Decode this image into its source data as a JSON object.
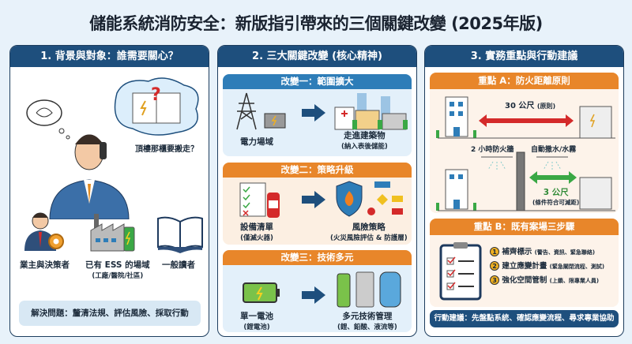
{
  "title": "儲能系統消防安全：新版指引帶來的三個關鍵改變 (2025年版)",
  "panel1": {
    "header": "1. 背景與對象：誰需要關心？",
    "speech": "頂樓那櫃要搬走？",
    "question_mark": "?",
    "audiences": [
      {
        "label": "業主與決策者"
      },
      {
        "label": "已有 ESS 的場域",
        "sub": "(工廠/醫院/社區)"
      },
      {
        "label": "一般讀者"
      }
    ],
    "solution": "解決問題：釐清法規、評估風險、採取行動"
  },
  "panel2": {
    "header": "2. 三大關鍵改變 (核心精神)",
    "changes": [
      {
        "title": "改變一：範圍擴大",
        "from": "電力場域",
        "to": "走進建築物",
        "to_sub": "(納入表後儲能)",
        "color": "#2e7db8"
      },
      {
        "title": "改變二：策略升級",
        "from": "設備清單",
        "from_sub": "(僅滅火器)",
        "to": "風險策略",
        "to_sub": "(火災風險評估 & 防護層)",
        "color": "#e8862a"
      },
      {
        "title": "改變三：技術多元",
        "from": "單一電池",
        "from_sub": "(鋰電池)",
        "to": "多元技術管理",
        "to_sub": "(鋰、鉛酸、液流等)",
        "color": "#e8862a"
      }
    ]
  },
  "panel3": {
    "header": "3. 實務重點與行動建議",
    "pointA": {
      "title": "重點 A：防火距離原則",
      "distance1": "30 公尺",
      "distance1_note": "(原則)",
      "wall": "2 小時防火牆",
      "sprinkler": "自動撒水/水霧",
      "distance2": "3 公尺",
      "distance2_note": "(條件符合可減距)"
    },
    "pointB": {
      "title": "重點 B：既有案場三步驟",
      "steps": [
        {
          "num": "1",
          "main": "補齊標示",
          "note": "(警告、資訊、緊急聯絡)"
        },
        {
          "num": "2",
          "main": "建立應變計畫",
          "note": "(緊急關閉流程、測試)"
        },
        {
          "num": "3",
          "main": "強化空間管制",
          "note": "(上鎖、限專業人員)"
        }
      ]
    },
    "action": "行動建議：先盤點系統、確認應變流程、尋求專業協助"
  },
  "colors": {
    "navy": "#1e4f7d",
    "blue": "#2e7db8",
    "orange": "#e8862a",
    "red": "#d42a2a",
    "green": "#3aa845"
  }
}
